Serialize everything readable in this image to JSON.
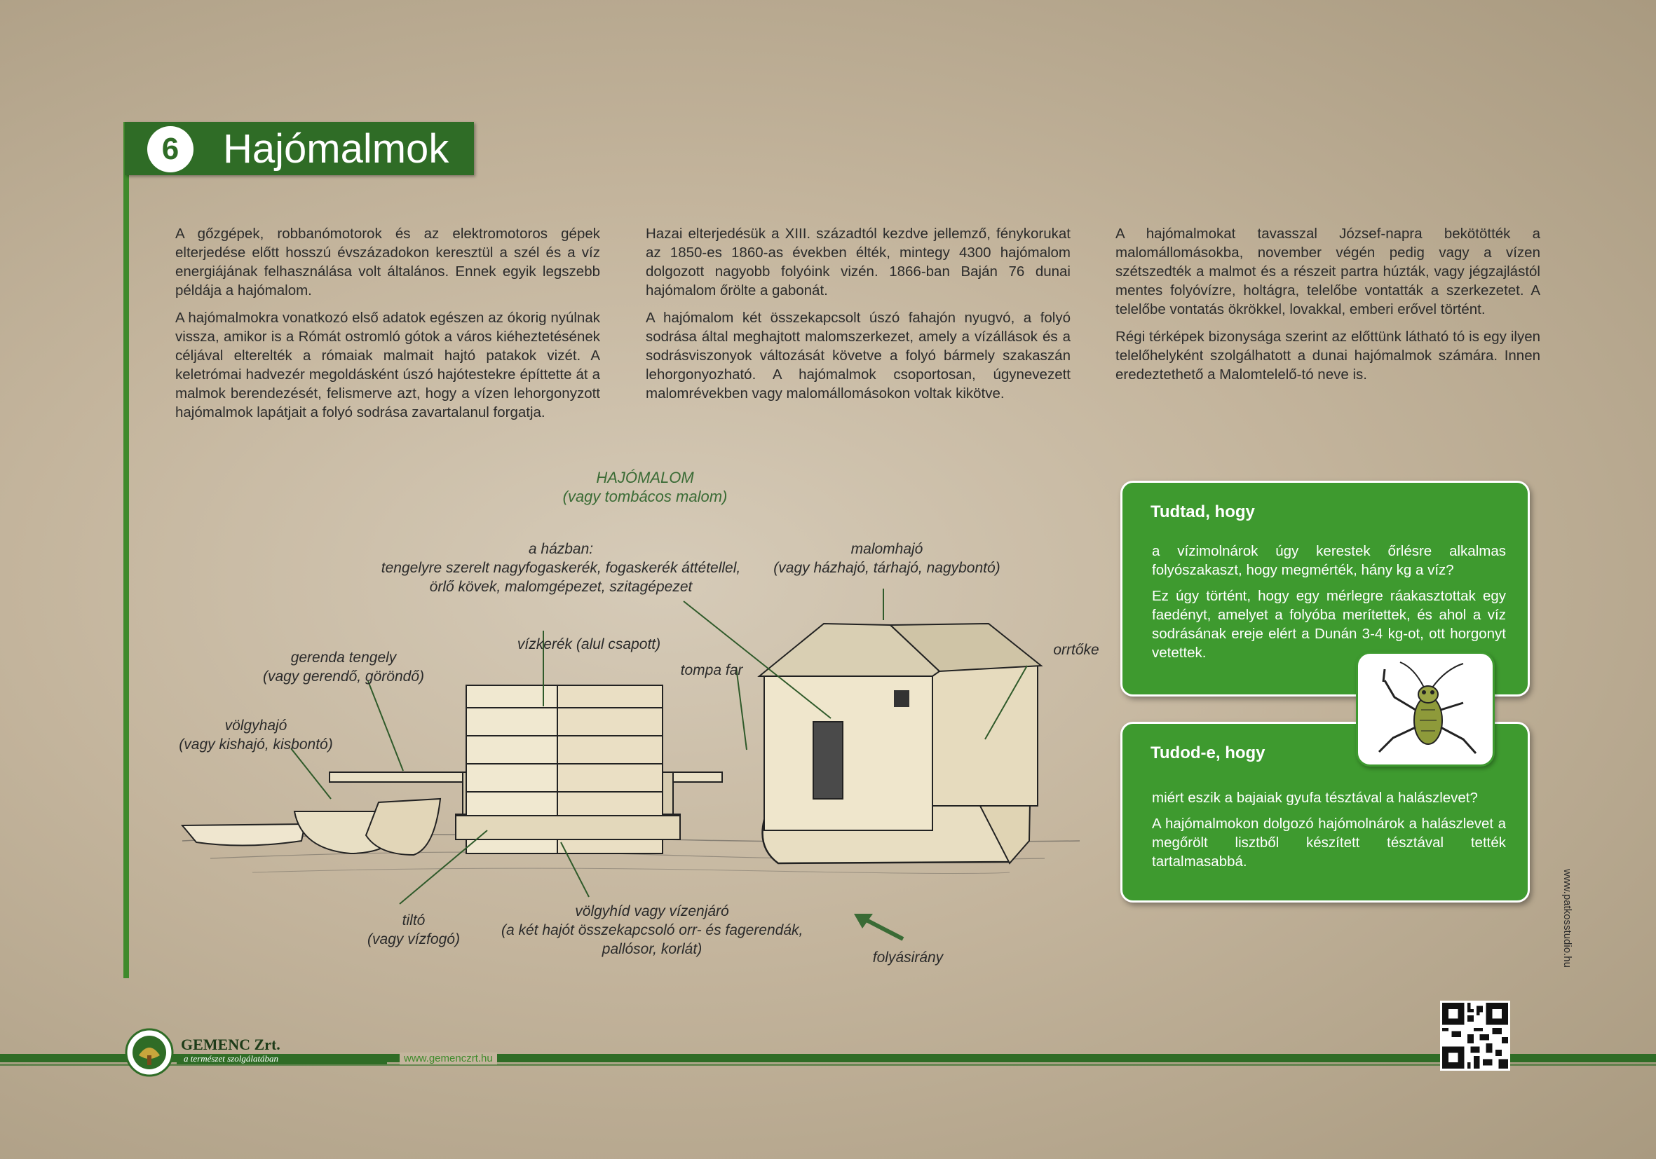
{
  "header": {
    "number": "6",
    "title": "Hajómalmok"
  },
  "columns": {
    "col1": [
      "A gőzgépek, robbanómotorok és az elektromotoros gépek elterjedése előtt hosszú évszázadokon keresztül a szél és a víz energiájának felhasználása volt általános. Ennek egyik legszebb példája a hajómalom.",
      "A hajómalmokra vonatkozó első adatok egészen az ókorig nyúlnak vissza, amikor is a Rómát ostromló gótok a város kiéheztetésének céljával elterelték a rómaiak malmait hajtó patakok vizét. A keletrómai hadvezér megoldásként úszó hajótestekre építtette át a malmok berendezését, felismerve azt, hogy a vízen lehorgonyzott hajómalmok lapátjait a folyó sodrása zavartalanul forgatja."
    ],
    "col2": [
      "Hazai elterjedésük a XIII. századtól kezdve jellemző, fénykorukat az 1850-es 1860-as években élték, mintegy 4300 hajómalom dolgozott nagyobb folyóink vizén. 1866-ban Baján 76 dunai hajómalom őrölte a gabonát.",
      "A hajómalom két összekapcsolt úszó fahajón nyugvó, a folyó sodrása által meghajtott malomszerkezet, amely a vízállások és a sodrásviszonyok változását követve a folyó bármely szakaszán lehorgonyozható. A hajómalmok csoportosan, úgynevezett malomrévekben vagy malomállomásokon voltak kikötve."
    ],
    "col3": [
      "A hajómalmokat tavasszal József-napra bekötötték a malomállomásokba, november végén pedig vagy a vízen szétszedték a malmot és a részeit partra húzták, vagy jégzajlástól mentes folyóvízre, holtágra, telelőbe vontatták a szerkezetet. A telelőbe vontatás ökrökkel, lovakkal, emberi erővel történt.",
      "Régi térképek bizonysága szerint az előttünk látható tó is egy ilyen telelőhelyként szolgálhatott a dunai hajómalmok számára. Innen eredeztethető a Malomtelelő-tó neve is."
    ]
  },
  "diagram": {
    "title": [
      "HAJÓMALOM",
      "(vagy tombácos malom)"
    ],
    "labels": {
      "hazban": [
        "a házban:",
        "tengelyre szerelt nagyfogaskerék, fogaskerék áttétellel,",
        "örlő kövek, malomgépezet, szitagépezet"
      ],
      "malomhajo": [
        "malomhajó",
        "(vagy házhajó, tárhajó, nagybontó)"
      ],
      "orrtoke": [
        "orrtőke"
      ],
      "vizkerek": [
        "vízkerék (alul csapott)"
      ],
      "tompafar": [
        "tompa far"
      ],
      "gerenda": [
        "gerenda tengely",
        "(vagy gerendő, göröndő)"
      ],
      "volgyhajo": [
        "völgyhajó",
        "(vagy kishajó, kisbontó)"
      ],
      "tilto": [
        "tiltó",
        "(vagy vízfogó)"
      ],
      "volgyhid": [
        "völgyhíd vagy vízenjáró",
        "(a két hajót összekapcsoló orr- és fagerendák,",
        "pallósor, korlát)"
      ],
      "folyasirany": [
        "folyásirány"
      ]
    }
  },
  "box1": {
    "title": "Tudtad, hogy",
    "paragraphs": [
      "a vízimolnárok úgy kerestek őrlésre alkalmas folyószakaszt, hogy megmérték, hány kg a víz?",
      "Ez úgy történt, hogy egy mérlegre ráakasztottak egy faedényt, amelyet a folyóba merítettek, és ahol a víz sodrásának ereje elért a Dunán 3-4 kg-ot, ott horgonyt vetettek."
    ]
  },
  "box2": {
    "title": "Tudod-e, hogy",
    "paragraphs": [
      "miért eszik a bajaiak gyufa tésztával a halászlevet?",
      "A hajómalmokon dolgozó hajómolnárok a halászlevet a megőrölt lisztből készített tésztával tették tartalmasabbá."
    ]
  },
  "side_url": "www.patkosstudio.hu",
  "footer": {
    "company": "GEMENC Zrt.",
    "slogan": "a természet szolgálatában",
    "url": "www.gemenczrt.hu"
  },
  "colors": {
    "green_dark": "#2f6c26",
    "green_box": "#3e9a2f",
    "background": "#c4b59d"
  },
  "icons": [
    "cricket-mascot-icon",
    "company-logo-icon",
    "qr-code-icon",
    "flow-arrow-icon"
  ]
}
